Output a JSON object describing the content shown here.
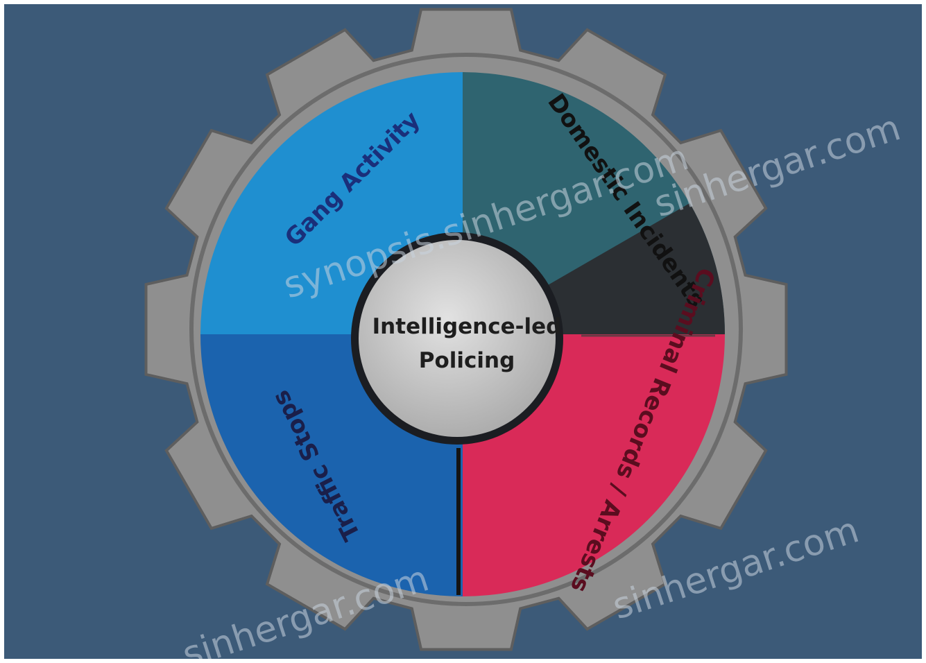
{
  "diagram": {
    "center": {
      "lines": [
        "Intelligence-led",
        "Policing"
      ]
    },
    "segments": [
      {
        "id": "gang-activity",
        "label": "Gang Activity",
        "color": "#1f8fd0"
      },
      {
        "id": "domestic-incidents",
        "label": "Domestic Incidents",
        "color": "#2f6470",
        "text_color": "#111111"
      },
      {
        "id": "criminal-records-arrests",
        "label": "Criminal Records / Arrests",
        "color": "#d92a58",
        "text_color": "#5a0d1f"
      },
      {
        "id": "traffic-stops",
        "label": "Traffic Stops",
        "color": "#1b63ae",
        "text_color": "#1a1f4a"
      }
    ],
    "colors": {
      "background": "#3c5a78",
      "gear": "#8f8f8f",
      "gear_edge": "#5e5e5e",
      "hub": "#c8c8c8"
    }
  },
  "watermarks": [
    "synopsis.sinhergar.com",
    "sinhergar.com",
    "sinhergar.com",
    "sinhergar.com"
  ]
}
